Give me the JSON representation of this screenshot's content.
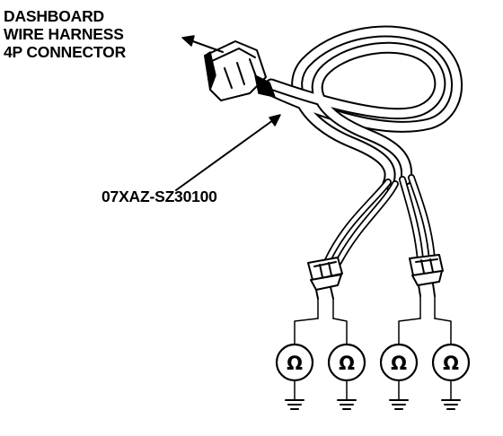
{
  "callout": {
    "title_lines": [
      "DASHBOARD",
      "WIRE HARNESS",
      "4P CONNECTOR"
    ]
  },
  "part_number": "07XAZ-SZ30100",
  "ohmmeters": [
    {
      "symbol": "Ω"
    },
    {
      "symbol": "Ω"
    },
    {
      "symbol": "Ω"
    },
    {
      "symbol": "Ω"
    }
  ]
}
